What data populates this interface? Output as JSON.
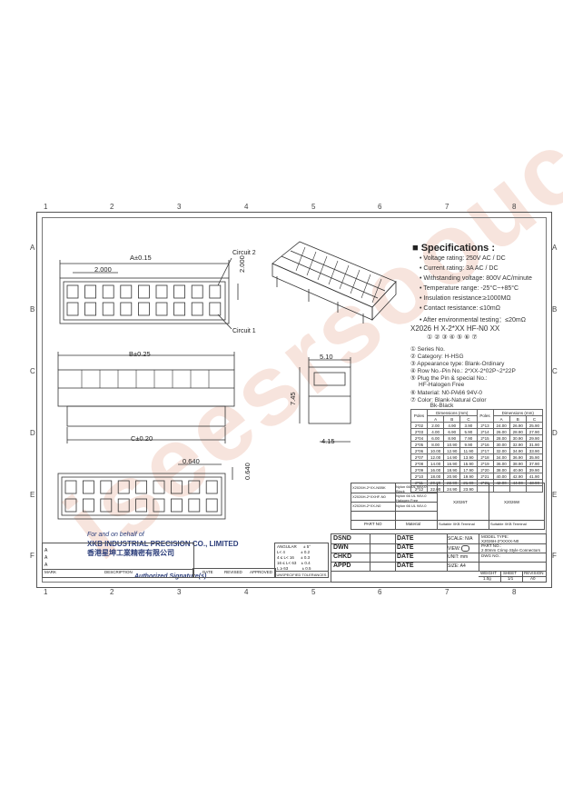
{
  "zones": {
    "top_numbers": [
      "1",
      "2",
      "3",
      "4",
      "5",
      "6",
      "7",
      "8"
    ],
    "bottom_numbers": [
      "1",
      "2",
      "3",
      "4",
      "5",
      "6",
      "7",
      "8"
    ],
    "left_letters": [
      "A",
      "B",
      "C",
      "D",
      "E",
      "F"
    ],
    "right_letters": [
      "A",
      "B",
      "C",
      "D",
      "E",
      "F"
    ]
  },
  "specs": {
    "title": "Specifications :",
    "lines": [
      "Voltage rating: 250V AC / DC",
      "Current rating: 3A  AC / DC",
      "Withstanding voltage: 800V AC/minute",
      "Temperature range: -25°C~+85°C",
      "Insulation resistance:≥1000MΩ",
      "Contact resistance: ≤10mΩ",
      "After environmental testing：≤20mΩ"
    ]
  },
  "part_code": {
    "code": "X2026 H X-2*XX HF-N0 XX",
    "circles": "①  ②  ③  ④  ⑤  ⑥  ⑦",
    "items": [
      "① Series No.",
      "② Category:  H-HSG",
      "③ Appearance type:  Blank-Ordinary",
      "④ Row No.-Pin No.:  2*XX-2*02P~2*22P",
      "⑤ Plug the Pin & special No.:",
      "     HF-Halogen Free",
      "⑥ Material:  N0-PA66 94V-0",
      "⑦ Color:  Blank-Natural Color",
      "            Bk-Black"
    ]
  },
  "dimensions": {
    "a": "A±0.15",
    "pitch_top": "2.000",
    "pitch_side": "2.000",
    "circuit2": "Circuit 2",
    "circuit1": "Circuit 1",
    "b": "B±0.25",
    "c": "C±0.20",
    "side_width": "5.10",
    "side_height": "7.45",
    "side_bottom": "4.15",
    "hole": "0.640",
    "hole_side": "0.640"
  },
  "dim_table": {
    "header_left": [
      "Poles",
      "A",
      "B",
      "C"
    ],
    "header_right": [
      "Poles",
      "A",
      "B",
      "C"
    ],
    "group_label": "Dimensions (mm)",
    "rows": [
      [
        "2*02",
        "2.00",
        "4.90",
        "3.90",
        "2*13",
        "24.00",
        "26.90",
        "25.90"
      ],
      [
        "2*03",
        "4.00",
        "6.90",
        "5.90",
        "2*14",
        "26.00",
        "28.90",
        "27.90"
      ],
      [
        "2*04",
        "6.00",
        "8.90",
        "7.90",
        "2*15",
        "28.00",
        "30.90",
        "29.90"
      ],
      [
        "2*05",
        "8.00",
        "10.90",
        "9.90",
        "2*16",
        "30.00",
        "32.90",
        "31.90"
      ],
      [
        "2*06",
        "10.00",
        "12.90",
        "11.90",
        "2*17",
        "32.00",
        "34.90",
        "33.90"
      ],
      [
        "2*07",
        "12.00",
        "14.90",
        "13.90",
        "2*18",
        "34.00",
        "36.90",
        "35.90"
      ],
      [
        "2*08",
        "14.00",
        "16.90",
        "15.90",
        "2*19",
        "36.00",
        "38.90",
        "37.90"
      ],
      [
        "2*09",
        "16.00",
        "18.90",
        "17.90",
        "2*20",
        "38.00",
        "40.90",
        "39.90"
      ],
      [
        "2*10",
        "18.00",
        "20.90",
        "19.90",
        "2*21",
        "40.00",
        "42.90",
        "41.90"
      ],
      [
        "2*11",
        "20.00",
        "22.90",
        "21.90",
        "2*22",
        "42.00",
        "44.90",
        "43.90"
      ],
      [
        "2*12",
        "22.00",
        "24.90",
        "23.90",
        "",
        "",
        "",
        ""
      ]
    ]
  },
  "parts_table": {
    "rows": [
      [
        "X2026H-2*XX-N0BK",
        "Nylon 66  UL 94V-0 Black",
        "X2026T",
        "X2026W"
      ],
      [
        "X2026H-2*XXHF-N0",
        "Nylon 66  UL 94V-0 Halogen Free",
        "",
        ""
      ],
      [
        "X2026H-2*XX-N0",
        "Nylon 66  UL 94V-0",
        "",
        ""
      ]
    ],
    "header": [
      "PART NO",
      "Material",
      "Suitable XKB Terminal",
      "Suitable XKB Terminal"
    ]
  },
  "company": {
    "line1": "For and on behalf of",
    "line2": "XKB INDUSTRIAL PRECISION CO., LIMITED",
    "line3": "香港星坤工業精密有限公司",
    "sig": "Authorized Signature(s)"
  },
  "revision": {
    "rows": [
      "A",
      "A",
      "A"
    ],
    "headers": [
      "MARK",
      "DESCRIPTION",
      "DATE",
      "REVISED",
      "APPROVED"
    ],
    "tolerances_title": "UNSPECIFIED TOLERANCES",
    "tol": [
      [
        "ANGULAR",
        "± 5°"
      ],
      [
        "L< 4",
        "± 0.2"
      ],
      [
        "4 ≤ L< 16",
        "± 0.3"
      ],
      [
        "16 ≤ L< 63",
        "± 0.4"
      ],
      [
        "L ≥ 63",
        "± 0.5"
      ]
    ]
  },
  "title_block": {
    "dsnd": "DSND",
    "dwn": "DWN",
    "chkd": "CHKD",
    "appd": "APPD",
    "date": "DATE",
    "scale": "SCALE: N/A",
    "model_type_label": "MODEL TYPE:",
    "model_type": "X2026H-2*XXXX-N0",
    "view": "VIEW:",
    "part_no_label": "PART NO.:",
    "part_no": "2.00mm Crimp Style Connectors",
    "unit": "UNIT:  mm",
    "dwg_no": "DWG NO.:",
    "size": "SIZE: A4",
    "weight_label": "WEIGHT",
    "weight": "1.0g",
    "sheet_label": "SHEET",
    "sheet": "1/1",
    "revision_label": "REVISION",
    "revision": "A0"
  },
  "watermark": "iseesrsoouce"
}
